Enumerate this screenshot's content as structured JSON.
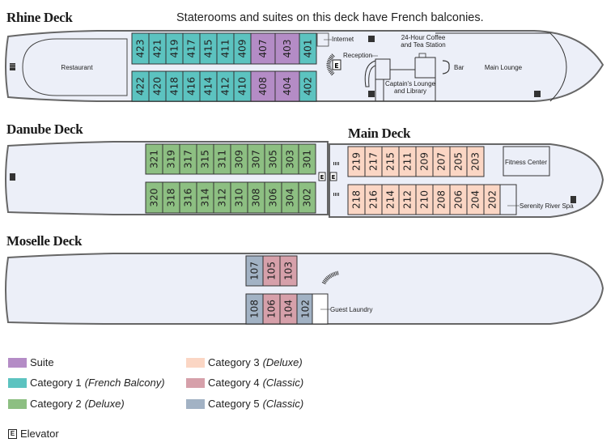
{
  "note": "Staterooms and suites on this deck have French balconies.",
  "colors": {
    "suite": "#b48cc6",
    "cat1": "#5cc3c0",
    "cat2": "#8dbf82",
    "cat3": "#fbd6c4",
    "cat4": "#d6a0aa",
    "cat5": "#a2b2c4",
    "hull": "#eceff8",
    "outline": "#555555"
  },
  "decks": {
    "rhine": {
      "title": "Rhine Deck",
      "top_row": [
        {
          "num": "423",
          "cat": "cat1"
        },
        {
          "num": "421",
          "cat": "cat1"
        },
        {
          "num": "419",
          "cat": "cat1"
        },
        {
          "num": "417",
          "cat": "cat1"
        },
        {
          "num": "415",
          "cat": "cat1"
        },
        {
          "num": "411",
          "cat": "cat1"
        },
        {
          "num": "409",
          "cat": "cat1"
        },
        {
          "num": "407",
          "cat": "suite"
        },
        {
          "num": "403",
          "cat": "suite"
        },
        {
          "num": "401",
          "cat": "cat1"
        }
      ],
      "bottom_row": [
        {
          "num": "422",
          "cat": "cat1"
        },
        {
          "num": "420",
          "cat": "cat1"
        },
        {
          "num": "418",
          "cat": "cat1"
        },
        {
          "num": "416",
          "cat": "cat1"
        },
        {
          "num": "414",
          "cat": "cat1"
        },
        {
          "num": "412",
          "cat": "cat1"
        },
        {
          "num": "410",
          "cat": "cat1"
        },
        {
          "num": "408",
          "cat": "suite"
        },
        {
          "num": "404",
          "cat": "suite"
        },
        {
          "num": "402",
          "cat": "cat1"
        }
      ],
      "labels": {
        "restaurant": "Restaurant",
        "internet": "Internet",
        "reception": "Reception",
        "coffee_1": "24-Hour Coffee",
        "coffee_2": "and Tea Station",
        "captains_1": "Captain's Lounge",
        "captains_2": "and Library",
        "bar": "Bar",
        "main_lounge": "Main Lounge",
        "elevator": "E"
      }
    },
    "danube": {
      "title": "Danube Deck",
      "top_row": [
        {
          "num": "321",
          "cat": "cat2"
        },
        {
          "num": "319",
          "cat": "cat2"
        },
        {
          "num": "317",
          "cat": "cat2"
        },
        {
          "num": "315",
          "cat": "cat2"
        },
        {
          "num": "311",
          "cat": "cat2"
        },
        {
          "num": "309",
          "cat": "cat2"
        },
        {
          "num": "307",
          "cat": "cat2"
        },
        {
          "num": "305",
          "cat": "cat2"
        },
        {
          "num": "303",
          "cat": "cat2"
        },
        {
          "num": "301",
          "cat": "cat2"
        }
      ],
      "bottom_row": [
        {
          "num": "320",
          "cat": "cat2"
        },
        {
          "num": "318",
          "cat": "cat2"
        },
        {
          "num": "316",
          "cat": "cat2"
        },
        {
          "num": "314",
          "cat": "cat2"
        },
        {
          "num": "312",
          "cat": "cat2"
        },
        {
          "num": "310",
          "cat": "cat2"
        },
        {
          "num": "308",
          "cat": "cat2"
        },
        {
          "num": "306",
          "cat": "cat2"
        },
        {
          "num": "304",
          "cat": "cat2"
        },
        {
          "num": "302",
          "cat": "cat2"
        }
      ],
      "labels": {
        "elevator": "E"
      }
    },
    "main": {
      "title": "Main Deck",
      "top_row": [
        {
          "num": "219",
          "cat": "cat3"
        },
        {
          "num": "217",
          "cat": "cat3"
        },
        {
          "num": "215",
          "cat": "cat3"
        },
        {
          "num": "211",
          "cat": "cat3"
        },
        {
          "num": "209",
          "cat": "cat3"
        },
        {
          "num": "207",
          "cat": "cat3"
        },
        {
          "num": "205",
          "cat": "cat3"
        },
        {
          "num": "203",
          "cat": "cat3"
        }
      ],
      "bottom_row": [
        {
          "num": "218",
          "cat": "cat3"
        },
        {
          "num": "216",
          "cat": "cat3"
        },
        {
          "num": "214",
          "cat": "cat3"
        },
        {
          "num": "212",
          "cat": "cat3"
        },
        {
          "num": "210",
          "cat": "cat3"
        },
        {
          "num": "208",
          "cat": "cat3"
        },
        {
          "num": "206",
          "cat": "cat3"
        },
        {
          "num": "204",
          "cat": "cat3"
        },
        {
          "num": "202",
          "cat": "cat3"
        }
      ],
      "labels": {
        "fitness": "Fitness Center",
        "spa": "Serenity River Spa",
        "elevator": "E"
      }
    },
    "moselle": {
      "title": "Moselle Deck",
      "top_row": [
        {
          "num": "107",
          "cat": "cat5"
        },
        {
          "num": "105",
          "cat": "cat4"
        },
        {
          "num": "103",
          "cat": "cat4"
        }
      ],
      "bottom_row": [
        {
          "num": "108",
          "cat": "cat5"
        },
        {
          "num": "106",
          "cat": "cat4"
        },
        {
          "num": "104",
          "cat": "cat4"
        },
        {
          "num": "102",
          "cat": "cat5"
        }
      ],
      "labels": {
        "laundry": "Guest Laundry"
      }
    }
  },
  "legend": {
    "items": [
      {
        "key": "suite",
        "label": "Suite",
        "qualifier": ""
      },
      {
        "key": "cat1",
        "label": "Category 1",
        "qualifier": "(French Balcony)"
      },
      {
        "key": "cat2",
        "label": "Category 2",
        "qualifier": "(Deluxe)"
      },
      {
        "key": "cat3",
        "label": "Category 3",
        "qualifier": "(Deluxe)"
      },
      {
        "key": "cat4",
        "label": "Category 4",
        "qualifier": "(Classic)"
      },
      {
        "key": "cat5",
        "label": "Category 5",
        "qualifier": "(Classic)"
      }
    ],
    "elevator_symbol": "E",
    "elevator_label": "Elevator"
  }
}
